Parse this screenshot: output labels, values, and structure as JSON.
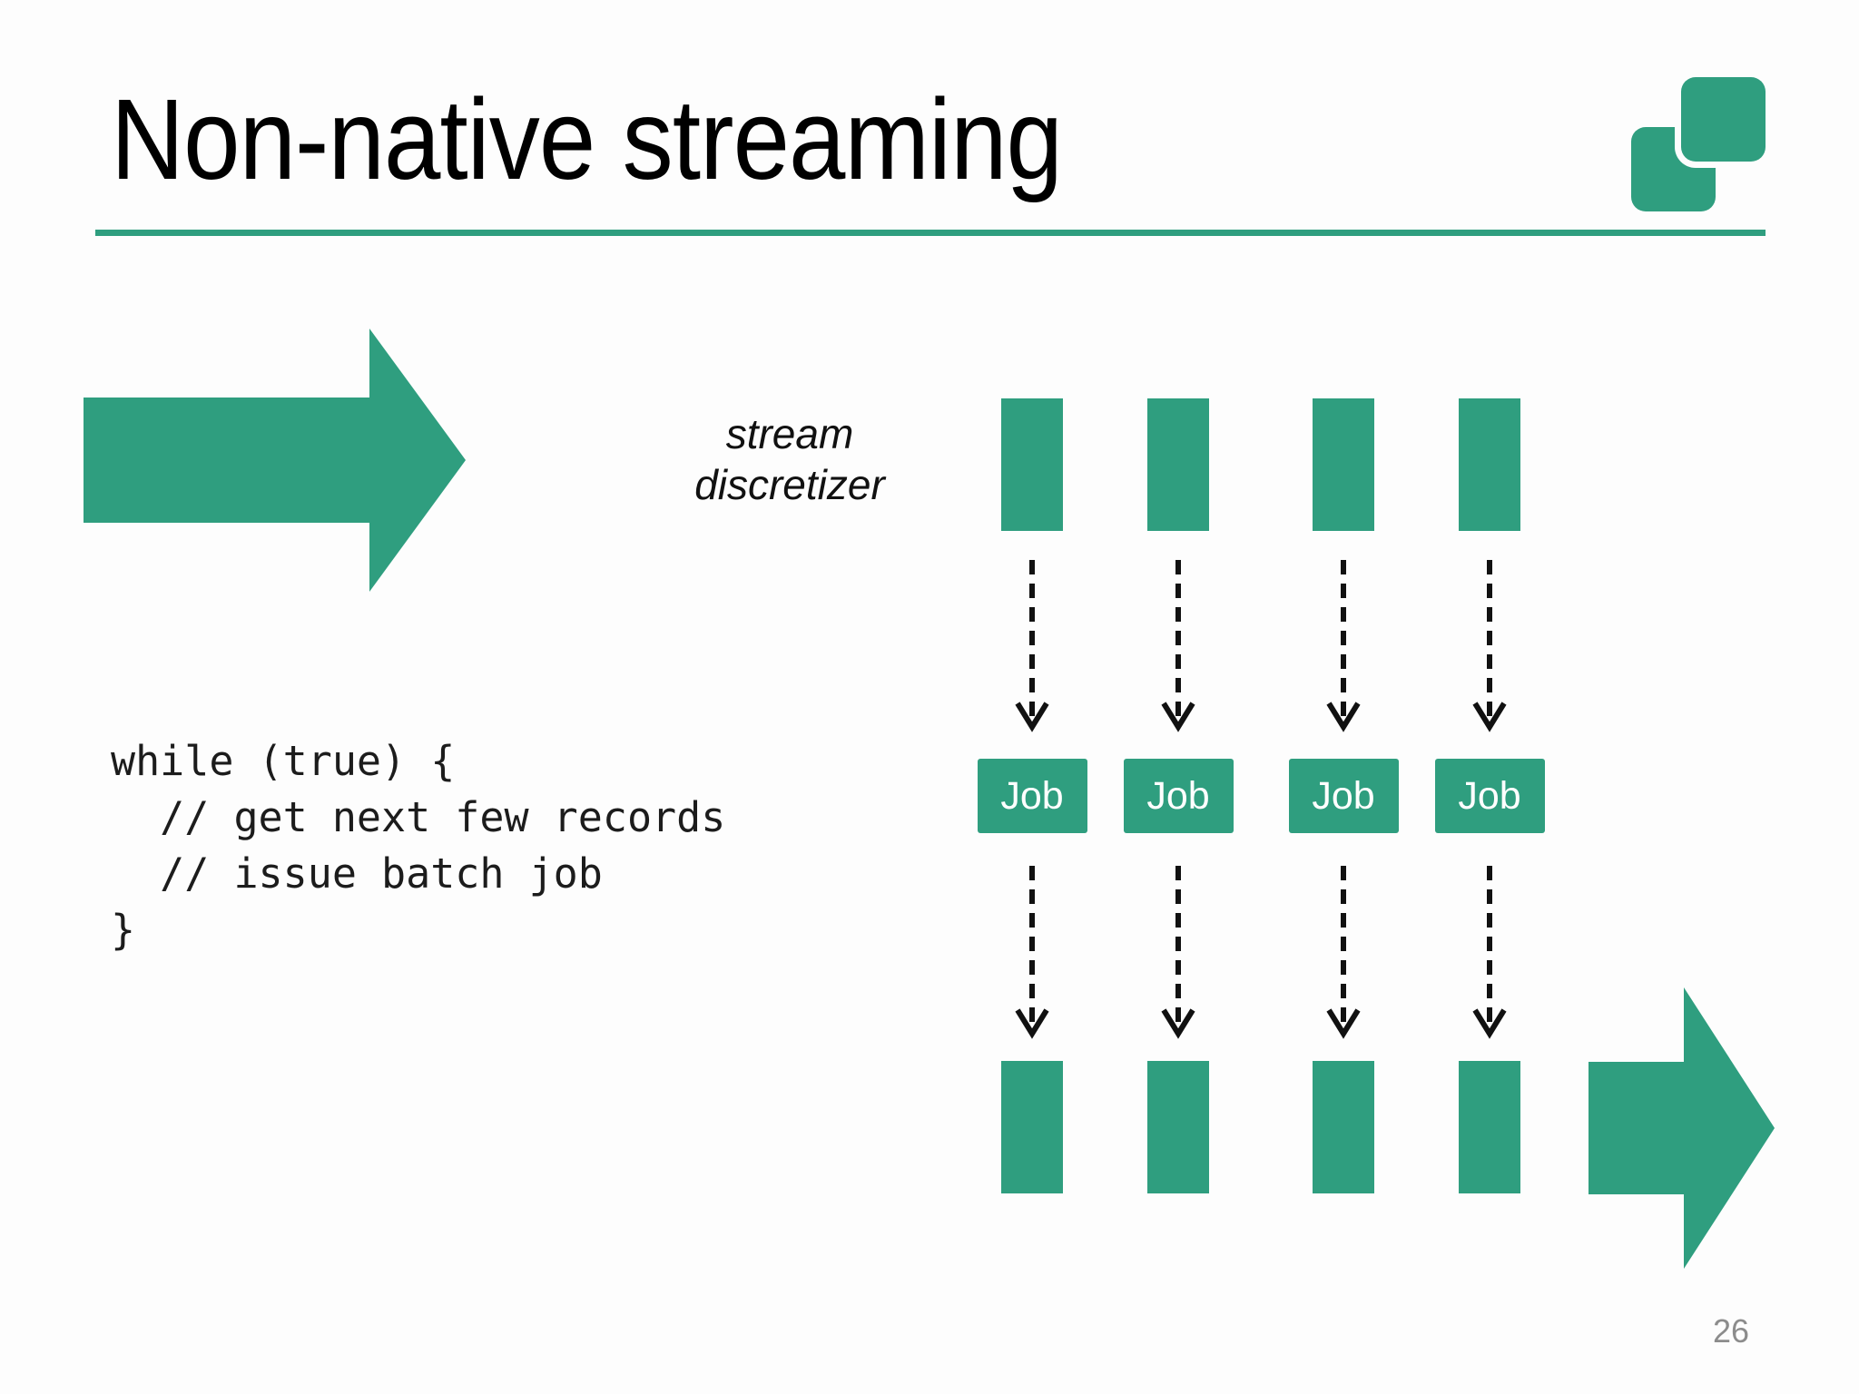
{
  "slide": {
    "title": "Non-native streaming",
    "page_number": "26",
    "colors": {
      "accent_teal": "#2f9e7f",
      "title_text": "#000000",
      "code_text": "#1c1c1c",
      "flow_arrow_dash": "#111111",
      "job_text": "#ffffff",
      "page_number_text": "#8c8c8c",
      "background": "#fdfdfd"
    }
  },
  "logo": {
    "name": "two-overlapping-rounded-squares"
  },
  "diagram": {
    "discretizer_label": "stream\ndiscretizer",
    "input_arrow_icon": "right-arrow",
    "output_arrow_icon": "right-arrow",
    "flow_arrow_icon": "dashed-down-arrow",
    "columns": [
      {
        "job_label": "Job"
      },
      {
        "job_label": "Job"
      },
      {
        "job_label": "Job"
      },
      {
        "job_label": "Job"
      }
    ]
  },
  "code": {
    "text": "while (true) {\n  // get next few records\n  // issue batch job\n}"
  }
}
